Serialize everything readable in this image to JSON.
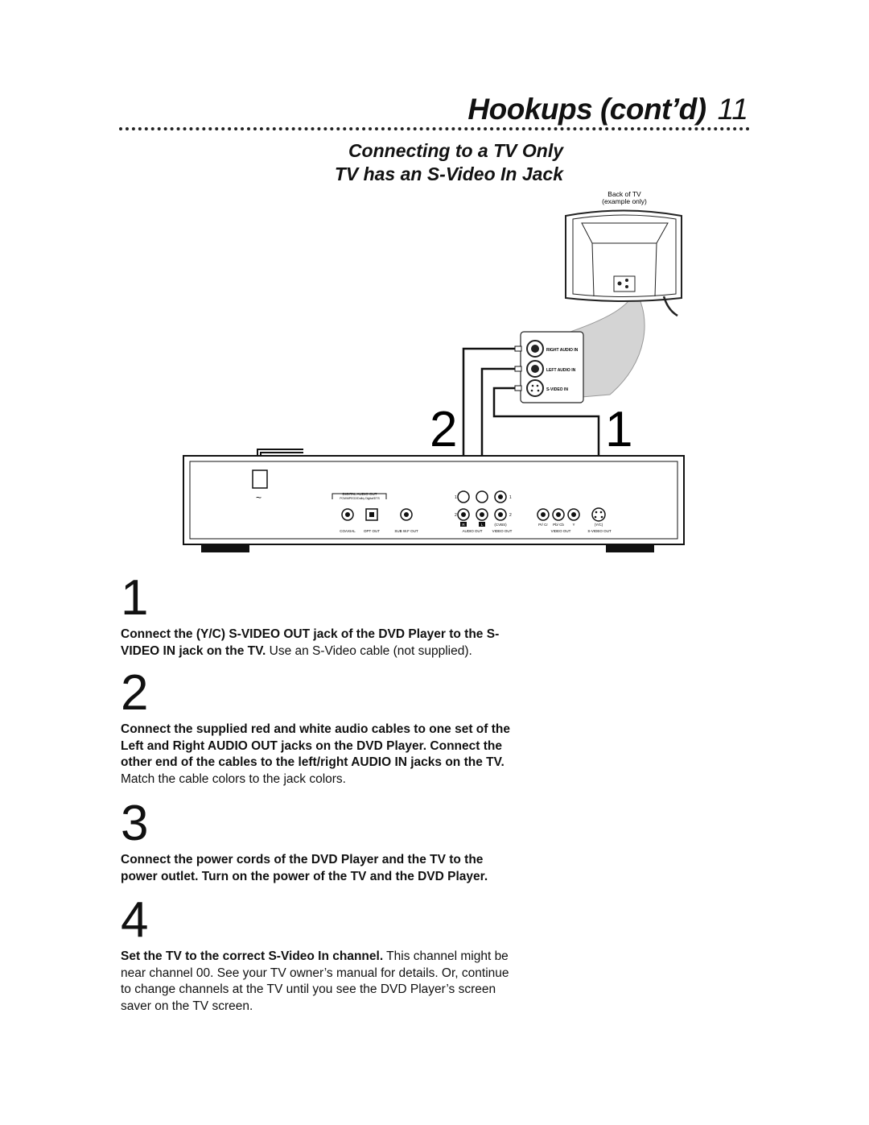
{
  "header": {
    "title": "Hookups (cont’d)",
    "page_number": "11"
  },
  "subtitle": {
    "line1": "Connecting to a TV Only",
    "line2": "TV has an S-Video In Jack"
  },
  "diagram": {
    "tv_caption_line1": "Back of TV",
    "tv_caption_line2": "(example only)",
    "tv_jacks": {
      "right_audio_in": "RIGHT AUDIO IN",
      "left_audio_in": "LEFT AUDIO IN",
      "s_video_in": "S-VIDEO IN"
    },
    "callouts": {
      "two": "2",
      "one": "1"
    },
    "player": {
      "digital_audio_out": "DIGITAL AUDIO OUT",
      "digital_audio_sub": "PCM/MPEG2/Dolby Digital/DTS",
      "coaxial": "COAXIAL",
      "opt_out": "OPT OUT",
      "sub_wf_out": "SUB W.F OUT",
      "audio_out": "AUDIO OUT",
      "video_out_left": "VIDEO OUT",
      "video_out_right": "VIDEO OUT",
      "s_video_out": "S-VIDEO OUT",
      "cvbs": "(CVBS)",
      "pr_cr": "Pr/ Cr",
      "pb_cb": "Pb/ Cb",
      "y": "Y",
      "yc": "(Y/C)",
      "r": "R",
      "l": "L",
      "row1_left": "1",
      "row1_right": "1",
      "row2_left": "2",
      "row2_right": "2",
      "ac": "~"
    }
  },
  "steps": [
    {
      "number": "1",
      "bold": "Connect the (Y/C) S-VIDEO OUT jack of the DVD Player to the S-VIDEO IN jack on the TV.",
      "normal": " Use an S-Video cable (not supplied)."
    },
    {
      "number": "2",
      "bold": "Connect the supplied red and white audio cables to one set of the Left and Right AUDIO OUT jacks on the DVD Player. Connect the other end of the cables to the left/right AUDIO IN jacks on the TV.",
      "normal": " Match the cable colors to the jack colors."
    },
    {
      "number": "3",
      "bold": "Connect the power cords of the DVD Player and the TV to the power outlet. Turn on the power of the TV and the DVD Player.",
      "normal": ""
    },
    {
      "number": "4",
      "bold": "Set the TV to the correct S-Video In channel.",
      "normal": " This channel might be near channel 00. See your TV owner’s manual for details. Or, continue to change channels at the TV until you see the DVD Player’s screen saver on the TV screen."
    }
  ]
}
